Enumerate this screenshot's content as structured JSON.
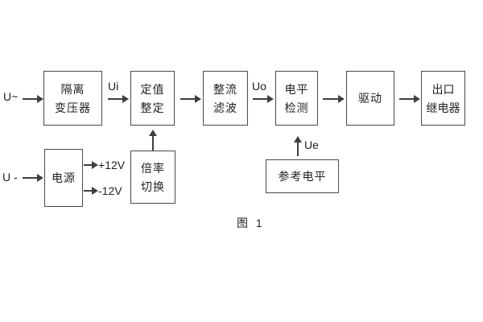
{
  "diagram": {
    "caption": "图 1",
    "labels": {
      "ac_input": "U~",
      "dc_input": "U -",
      "ui": "Ui",
      "uo": "Uo",
      "ue": "Ue",
      "plus12": "+12V",
      "minus12": "-12V"
    },
    "blocks": {
      "isolation_transformer": {
        "lines": [
          "隔离",
          "变压器"
        ]
      },
      "setting_adjust": {
        "lines": [
          "定值",
          "整定"
        ]
      },
      "rectifier_filter": {
        "lines": [
          "整流",
          "滤波"
        ]
      },
      "level_detect": {
        "lines": [
          "电平",
          "检测"
        ]
      },
      "driver": {
        "lines": [
          "驱动"
        ]
      },
      "output_relay": {
        "lines": [
          "出口",
          "继电器"
        ]
      },
      "power_supply": {
        "lines": [
          "电源"
        ]
      },
      "ratio_switch": {
        "lines": [
          "倍率",
          "切换"
        ]
      },
      "reference_level": {
        "lines": [
          "参考电平"
        ]
      }
    },
    "colors": {
      "background": "#ffffff",
      "line": "#3f3f3f",
      "border": "#4a4a4a",
      "text": "#1f1f1f"
    }
  }
}
